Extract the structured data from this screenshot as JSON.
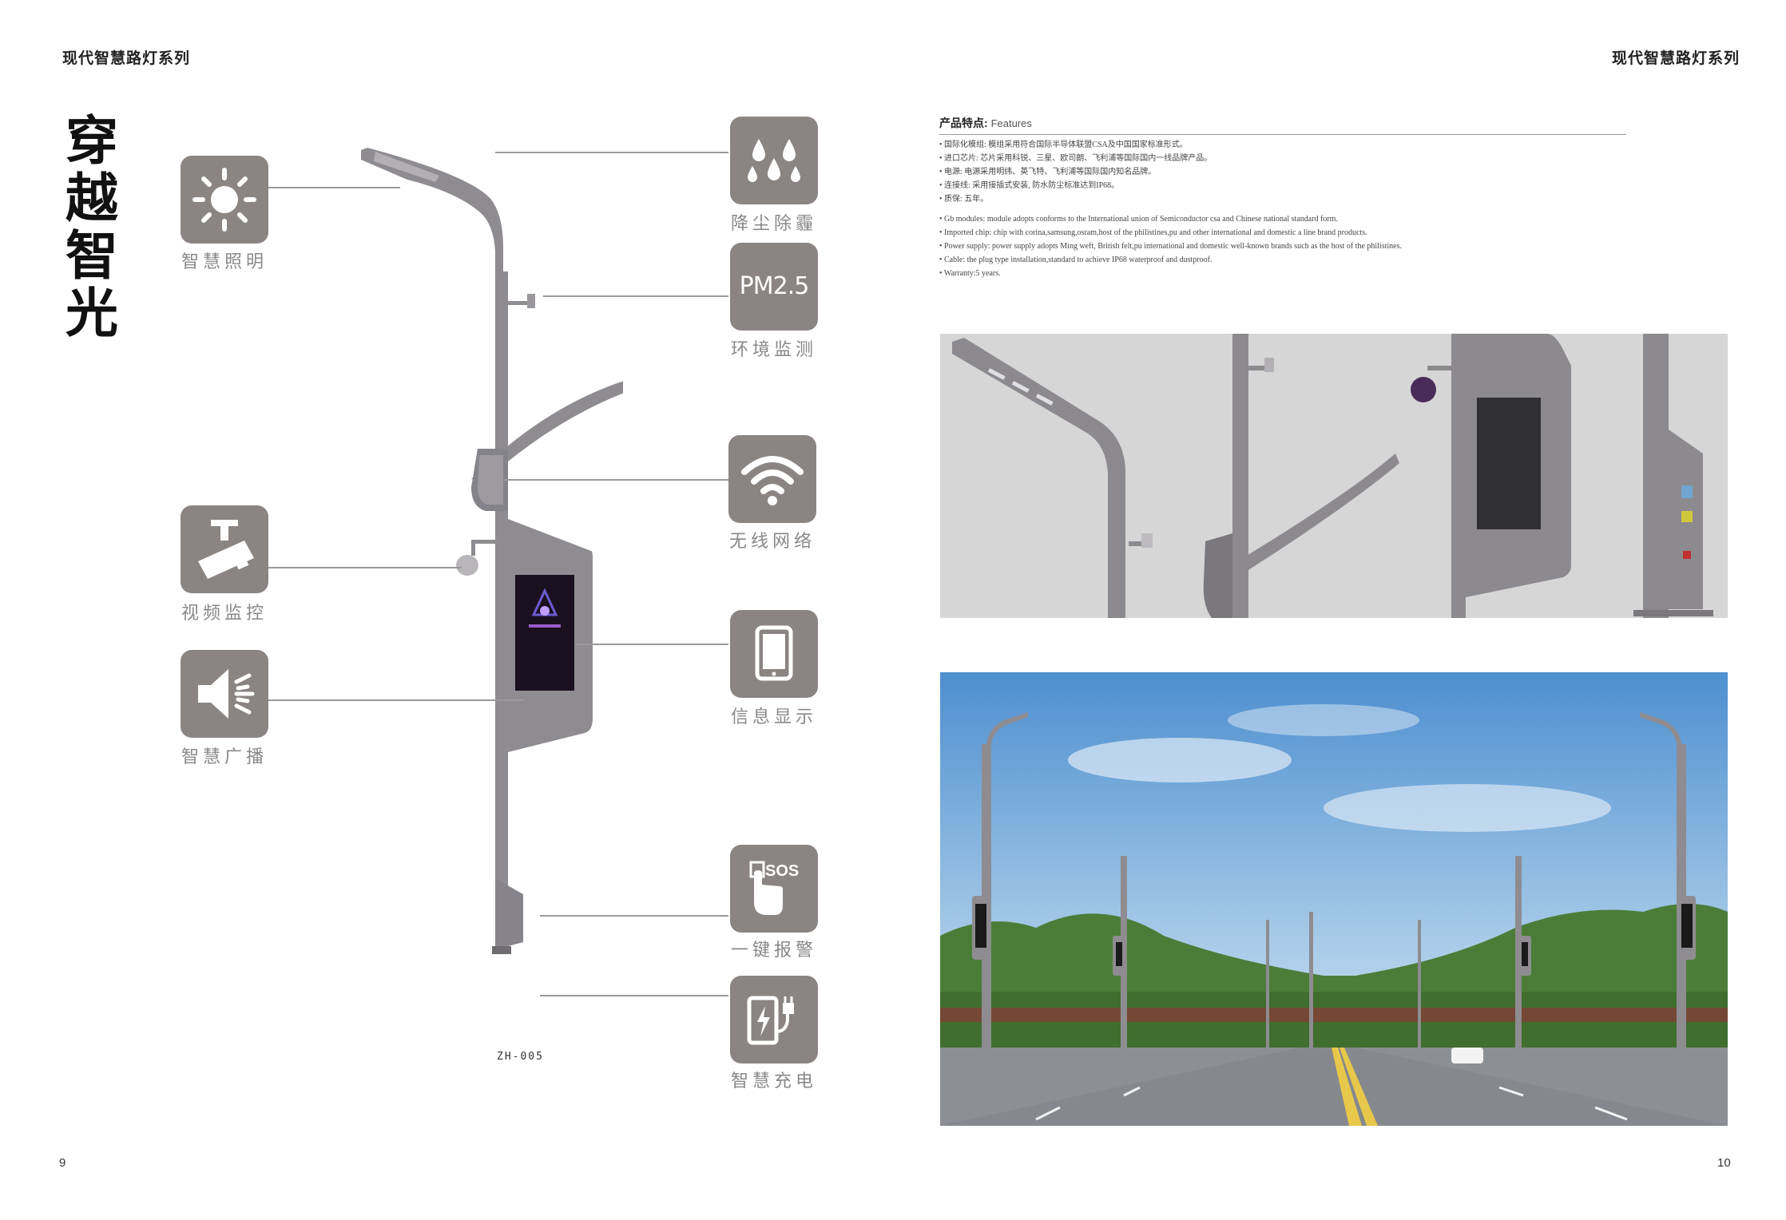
{
  "header": {
    "left_title": "现代智慧路灯系列",
    "right_title": "现代智慧路灯系列"
  },
  "footer": {
    "left_page": "9",
    "right_page": "10"
  },
  "hero": {
    "vertical_title": [
      "穿",
      "越",
      "智",
      "光"
    ]
  },
  "product": {
    "model": "ZH-005"
  },
  "features_left": [
    {
      "label": "智慧照明",
      "icon": "sun-icon"
    },
    {
      "label": "视频监控",
      "icon": "camera-icon"
    },
    {
      "label": "智慧广播",
      "icon": "speaker-icon"
    }
  ],
  "features_right": [
    {
      "label": "降尘除霾",
      "icon": "water-drops-icon"
    },
    {
      "label": "环境监测",
      "icon": "pm25-icon",
      "icon_text": "PM2.5"
    },
    {
      "label": "无线网络",
      "icon": "wifi-icon"
    },
    {
      "label": "信息显示",
      "icon": "tablet-icon"
    },
    {
      "label": "一键报警",
      "icon": "sos-icon",
      "icon_text": "SOS"
    },
    {
      "label": "智慧充电",
      "icon": "charging-icon"
    }
  ],
  "specs": {
    "title_cn": "产品特点:",
    "title_en": "Features",
    "items_cn": [
      "国际化模组: 模组采用符合国际半导体联盟CSA及中国国家标准形式。",
      "进口芯片: 芯片采用科锐、三星、欧司朗、飞利浦等国际国内一线品牌产品。",
      "电源: 电源采用明纬、英飞特、飞利浦等国际国内知名品牌。",
      "连接线: 采用接插式安装, 防水防尘标准达到IP68。",
      "质保: 五年。"
    ],
    "items_en": [
      "Gb modules: module adopts conforms to the International union of Semiconductor csa and Chinese national standard form.",
      "Imported chip: chip with corina,samsung,osram,host of the philistines,pu and other international and domestic a line brand products.",
      "Power supply: power supply adopts Ming weft, British felt,pu international and domestic well-known brands such as the host of the philistines.",
      "Cable: the plug type installation,standard to achieve IP68 waterproof and dustproof.",
      "Warranty:5 years."
    ]
  },
  "colors": {
    "tile": "#8a8483",
    "pole": "#8e8c90",
    "sky_top": "#4d8fd0",
    "sky_bottom": "#cfe3f2",
    "road": "#8c8f94",
    "grass": "#4b7d38",
    "studio_bg": "#d6d6d6"
  }
}
